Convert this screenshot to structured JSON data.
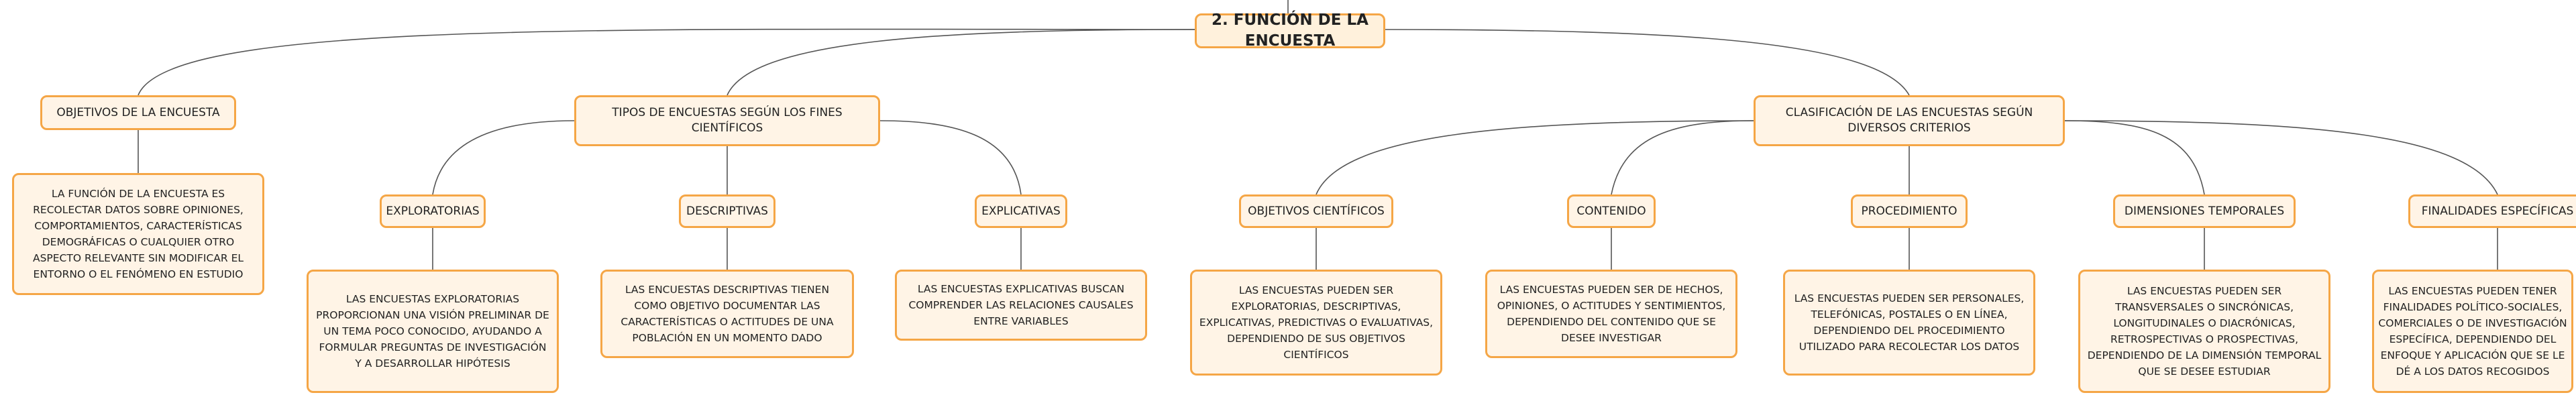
{
  "root": {
    "label": "2. FUNCIÓN DE LA ENCUESTA"
  },
  "branches": {
    "objetivos": {
      "label": "OBJETIVOS DE LA ENCUESTA",
      "desc": "LA FUNCIÓN DE LA ENCUESTA ES RECOLECTAR DATOS SOBRE OPINIONES, COMPORTAMIENTOS, CARACTERÍSTICAS DEMOGRÁFICAS O CUALQUIER OTRO ASPECTO RELEVANTE SIN MODIFICAR EL ENTORNO O EL FENÓMENO EN ESTUDIO"
    },
    "tipos": {
      "label": "TIPOS DE ENCUESTAS SEGÚN LOS FINES CIENTÍFICOS",
      "children": [
        {
          "label": "EXPLORATORIAS",
          "desc": "LAS ENCUESTAS EXPLORATORIAS PROPORCIONAN UNA VISIÓN PRELIMINAR DE UN TEMA POCO CONOCIDO, AYUDANDO A FORMULAR PREGUNTAS DE INVESTIGACIÓN Y A DESARROLLAR HIPÓTESIS"
        },
        {
          "label": "DESCRIPTIVAS",
          "desc": "LAS ENCUESTAS DESCRIPTIVAS TIENEN COMO OBJETIVO DOCUMENTAR LAS CARACTERÍSTICAS O ACTITUDES DE UNA POBLACIÓN EN UN MOMENTO DADO"
        },
        {
          "label": "EXPLICATIVAS",
          "desc": "LAS ENCUESTAS EXPLICATIVAS BUSCAN COMPRENDER LAS RELACIONES CAUSALES ENTRE VARIABLES"
        }
      ]
    },
    "clasificacion": {
      "label": "CLASIFICACIÓN DE LAS ENCUESTAS SEGÚN DIVERSOS CRITERIOS",
      "children": [
        {
          "label": "OBJETIVOS CIENTÍFICOS",
          "desc": "LAS ENCUESTAS PUEDEN SER EXPLORATORIAS, DESCRIPTIVAS, EXPLICATIVAS, PREDICTIVAS O EVALUATIVAS, DEPENDIENDO DE SUS OBJETIVOS CIENTÍFICOS"
        },
        {
          "label": "CONTENIDO",
          "desc": "LAS ENCUESTAS PUEDEN SER DE HECHOS, OPINIONES, O ACTITUDES Y SENTIMIENTOS, DEPENDIENDO DEL CONTENIDO QUE SE DESEE INVESTIGAR"
        },
        {
          "label": "PROCEDIMIENTO",
          "desc": "LAS ENCUESTAS PUEDEN SER PERSONALES, TELEFÓNICAS, POSTALES O EN LÍNEA, DEPENDIENDO DEL PROCEDIMIENTO UTILIZADO PARA RECOLECTAR LOS DATOS"
        },
        {
          "label": "DIMENSIONES TEMPORALES",
          "desc": "LAS ENCUESTAS PUEDEN SER TRANSVERSALES O SINCRÓNICAS, LONGITUDINALES O DIACRÓNICAS, RETROSPECTIVAS O PROSPECTIVAS, DEPENDIENDO DE LA DIMENSIÓN TEMPORAL QUE SE DESEE ESTUDIAR"
        },
        {
          "label": "FINALIDADES ESPECÍFICAS",
          "desc": "LAS ENCUESTAS PUEDEN TENER FINALIDADES POLÍTICO-SOCIALES, COMERCIALES O DE INVESTIGACIÓN ESPECÍFICA, DEPENDIENDO DEL ENFOQUE Y APLICACIÓN QUE SE LE DÉ A LOS DATOS RECOGIDOS"
        }
      ]
    }
  }
}
